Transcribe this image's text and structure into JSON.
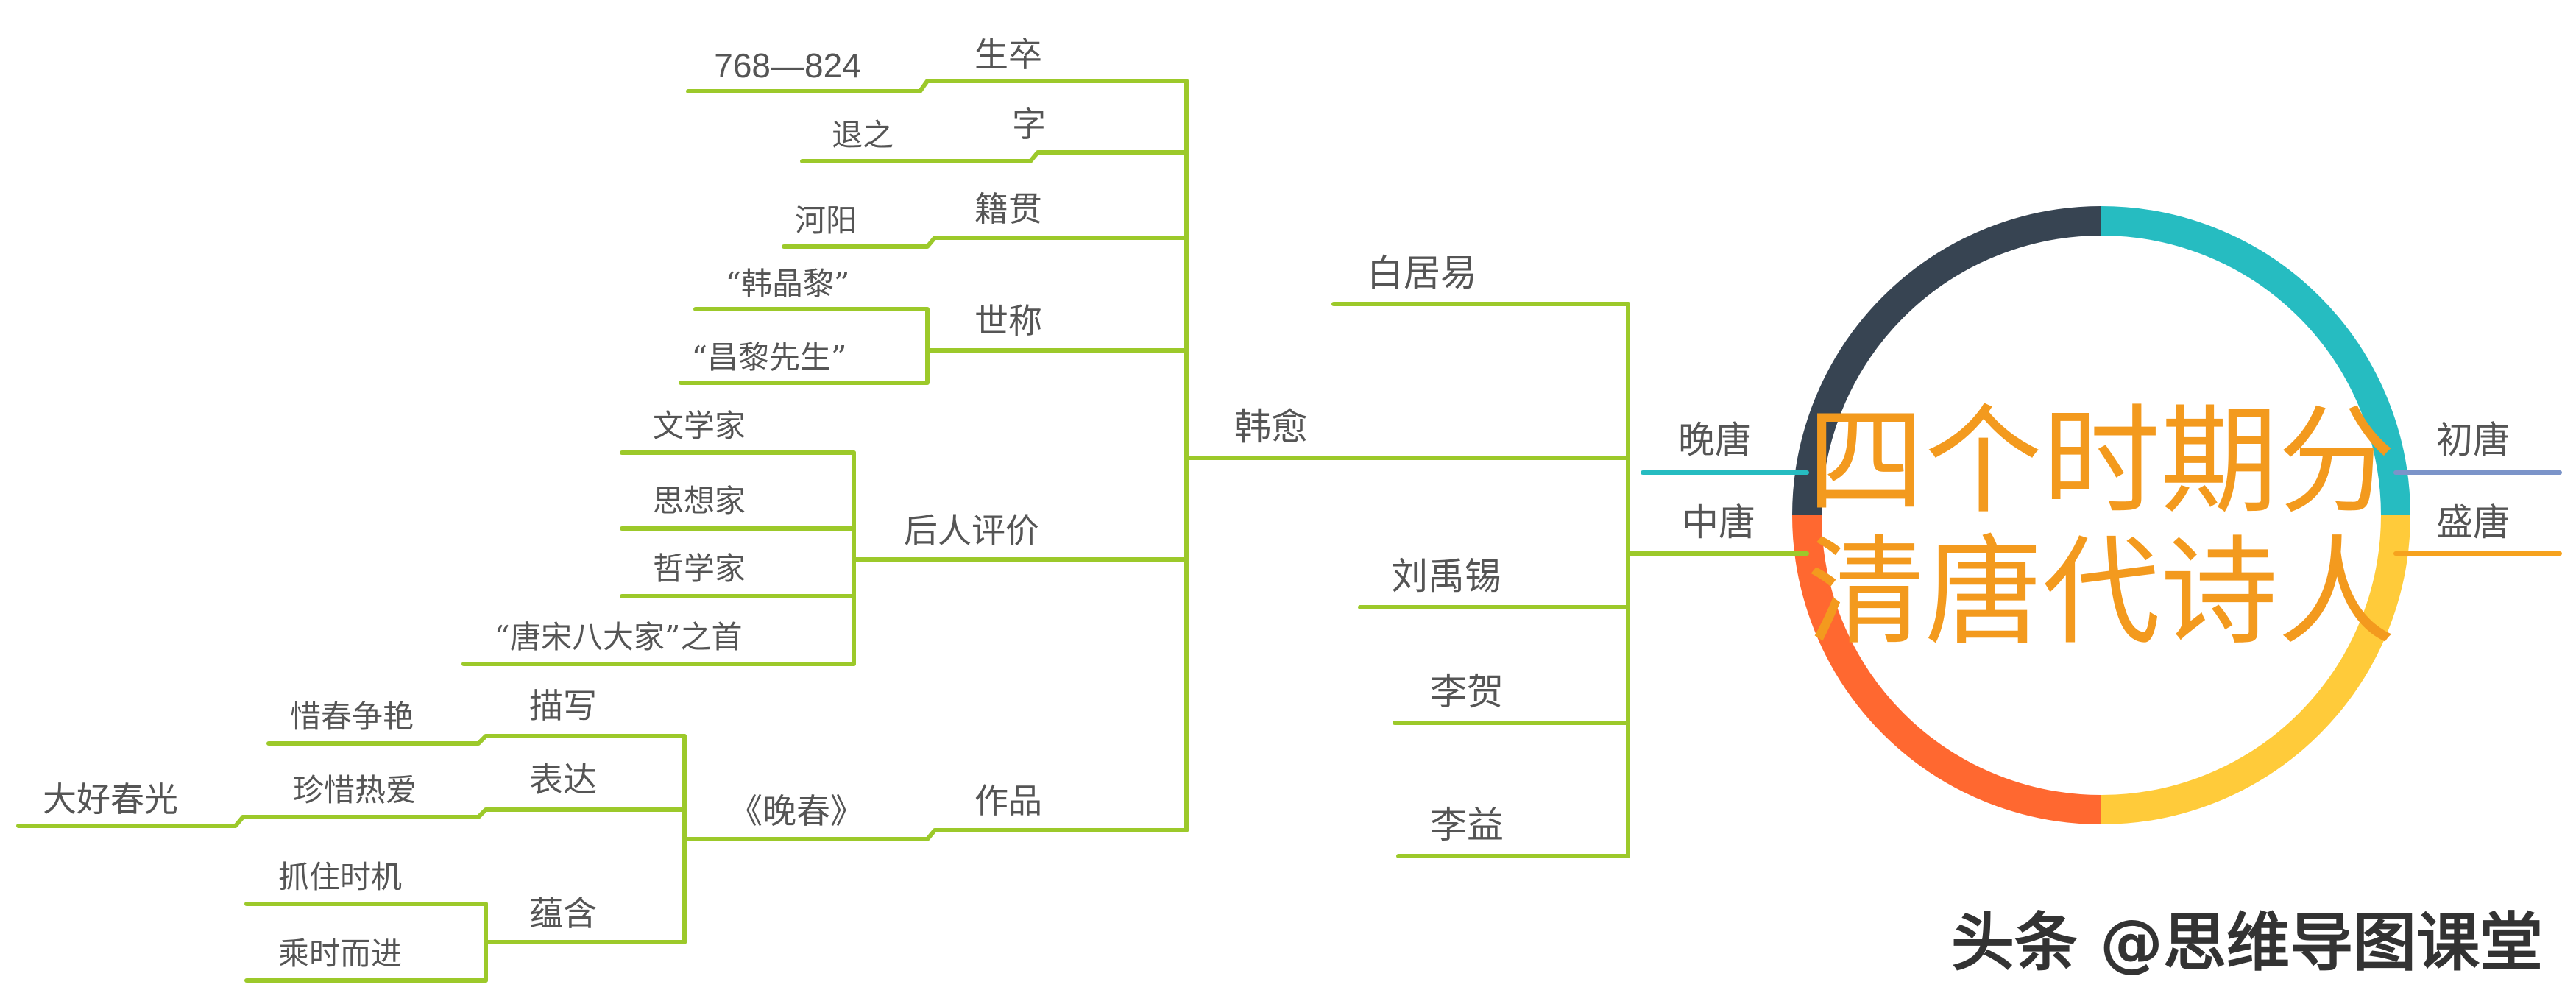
{
  "center": {
    "line1": "四个时期分",
    "line2": "清唐代诗人",
    "text_color": "#F39A1E",
    "ring_colors": [
      "#26BCC1",
      "#FFCB3A",
      "#FF6830",
      "#374452"
    ]
  },
  "periods": {
    "early": "初唐",
    "high": "盛唐",
    "late": "晚唐",
    "middle": "中唐"
  },
  "poets": {
    "bai": "白居易",
    "han": "韩愈",
    "liu": "刘禹锡",
    "lihe": "李贺",
    "liyi": "李益"
  },
  "han_yu": {
    "lifespan": {
      "label": "生卒",
      "value": "768—824"
    },
    "courtesy": {
      "label": "字",
      "value": "退之"
    },
    "origin": {
      "label": "籍贯",
      "value": "河阳"
    },
    "known_as": {
      "label": "世称",
      "values": [
        "“韩晶黎”",
        "“昌黎先生”"
      ]
    },
    "evaluation": {
      "label": "后人评价",
      "values": [
        "文学家",
        "思想家",
        "哲学家",
        "“唐宋八大家”之首"
      ]
    },
    "works": {
      "label": "作品",
      "title": "《晚春》",
      "describes": {
        "label": "描写",
        "value": "惜春争艳"
      },
      "expresses": {
        "label": "表达",
        "value": "珍惜热爱",
        "detail": "大好春光"
      },
      "implies": {
        "label": "蕴含",
        "values": [
          "抓住时机",
          "乘时而进"
        ]
      }
    }
  },
  "colors": {
    "branch": "#9CC92A",
    "early_line": "#7B94C9",
    "high_line": "#F6A21E",
    "late_line": "#26BCC1"
  },
  "watermark": "头条 @思维导图课堂"
}
